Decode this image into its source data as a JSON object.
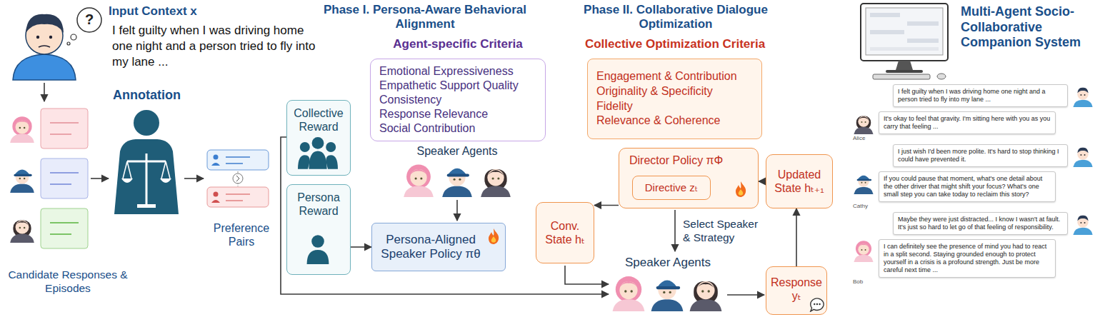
{
  "diagram": {
    "nodes": [
      {
        "text": [
          "Collective Reward"
        ]
      },
      {
        "text": [
          "Persona Reward"
        ]
      },
      {
        "text": [
          "Emotional Expressiveness",
          "Empathetic Support Quality",
          "Consistency",
          "Response Relevance",
          "Social Contribution"
        ]
      },
      {
        "text": [
          "Persona-Aligned Speaker Policy πθ"
        ]
      },
      {
        "text": [
          "Engagement & Contribution",
          "Originality & Specificity",
          "Fidelity",
          "Relevance & Coherence"
        ]
      },
      {
        "text": [
          "Director Policy πΦ"
        ]
      },
      {
        "text": [
          "Directive zₜ"
        ],
        "in": 5
      },
      {
        "text": [
          "Updated State hₜ₊₁"
        ]
      },
      {
        "text": [
          "Conv. State hₜ"
        ]
      },
      {
        "text": [
          "Response yₜ"
        ]
      },
      {
        "text": [
          "I felt guilty when I was driving home one night and a person tried to fly into my lane ..."
        ]
      },
      {
        "text": [
          "It's okay to feel that gravity. I'm sitting here with you as you carry that feeling ..."
        ]
      },
      {
        "text": [
          "I just wish I'd been more polite. It's hard to stop thinking I could have prevented it."
        ]
      },
      {
        "text": [
          "If you could pause that moment, what's one detail about the other driver that might shift your focus? What's one small step you can take today to reclaim this story?"
        ]
      },
      {
        "text": [
          "Maybe they were just distracted... I know I wasn't at fault. It's just so hard to let go of that feeling of responsibility."
        ]
      },
      {
        "text": [
          "I can definitely see the presence of mind you had to react in a split second. Staying grounded enough to protect yourself in a crisis is a profound strength. Just be more careful next time ..."
        ]
      }
    ],
    "edges": [
      {
        "from": 1,
        "to": 3,
        "arrow": "to"
      },
      {
        "from": 5,
        "to": 8,
        "arrow": "to"
      },
      {
        "from": 7,
        "to": 5,
        "arrow": "to"
      },
      {
        "from": 9,
        "to": 7,
        "arrow": "to"
      }
    ],
    "labels": [
      "Input Context x",
      "?",
      "I felt guilty when I was driving home one night and a person tried to fly into my lane ...",
      "Annotation",
      "Candidate Responses & Episodes",
      "Preference Pairs",
      "Phase I. Persona-Aware Behavioral Alignment",
      "Agent-specific Criteria",
      "Speaker Agents",
      "Phase II. Collaborative Dialogue Optimization",
      "Collective Optimization Criteria",
      "Select Speaker & Strategy",
      "Speaker Agents",
      "Multi-Agent Socio-Collaborative Companion System",
      "Alice",
      "Cathy",
      "Bob"
    ]
  }
}
